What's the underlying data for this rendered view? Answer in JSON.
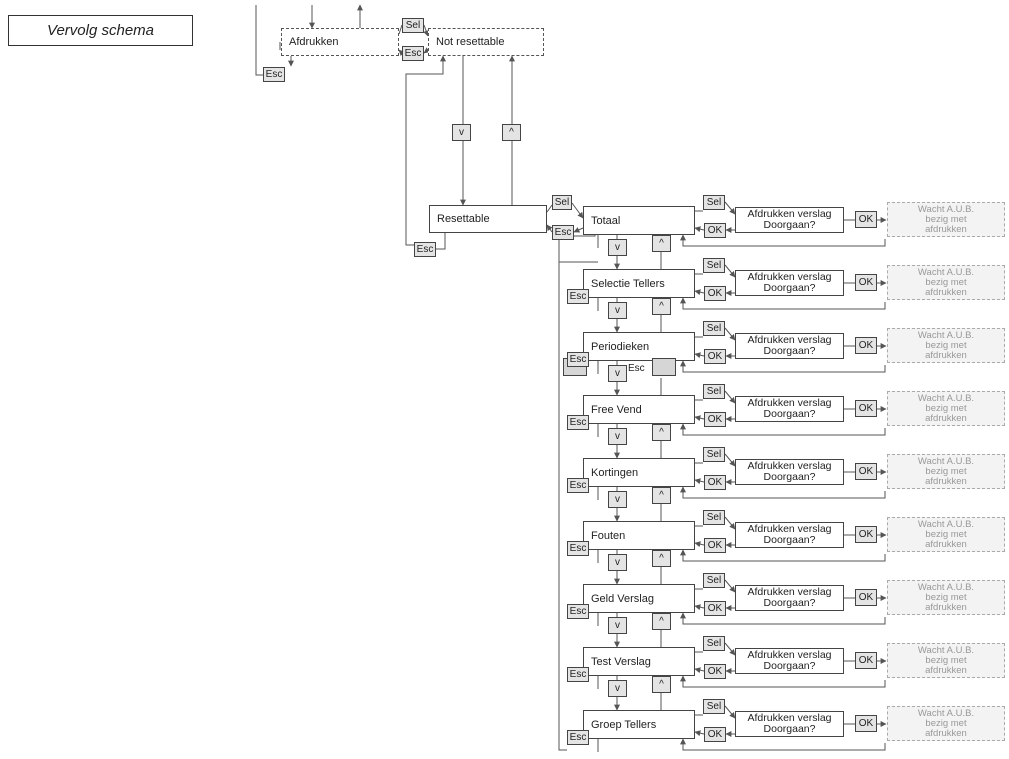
{
  "title": "Vervolg schema",
  "top": {
    "print_label": "Afdrukken",
    "not_resettable_label": "Not resettable",
    "resettable_label": "Resettable"
  },
  "keys": {
    "sel": "Sel",
    "esc": "Esc",
    "ok": "OK",
    "down": "v",
    "up": "^",
    "blank": ""
  },
  "prompt": {
    "line1": "Afdrukken verslag",
    "line2": "Doorgaan?"
  },
  "wait": {
    "line1": "Wacht A.U.B.",
    "line2": "bezig met",
    "line3": "afdrukken"
  },
  "reports": [
    {
      "label": "Totaal"
    },
    {
      "label": "Selectie Tellers"
    },
    {
      "label": "Periodieken"
    },
    {
      "label": "Free Vend"
    },
    {
      "label": "Kortingen"
    },
    {
      "label": "Fouten"
    },
    {
      "label": "Geld Verslag"
    },
    {
      "label": "Test Verslag"
    },
    {
      "label": "Groep Tellers"
    }
  ]
}
